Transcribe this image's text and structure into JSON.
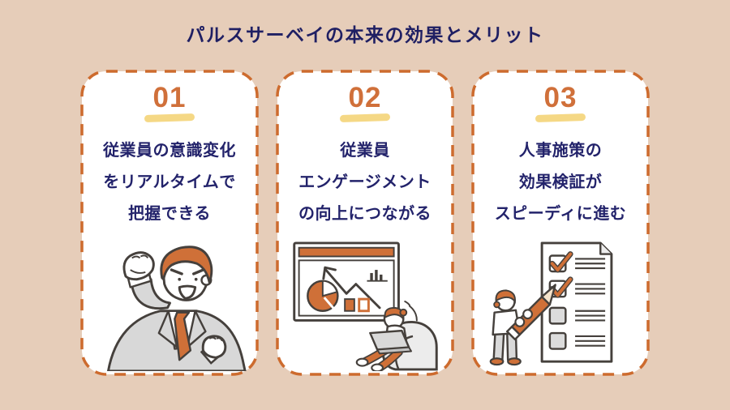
{
  "page": {
    "title": "パルスサーベイの本来の効果とメリット"
  },
  "cards": [
    {
      "number": "01",
      "lines": [
        "従業員の意識変化",
        "をリアルタイムで",
        "把握できる"
      ],
      "illustration": "businessman-fist-pump"
    },
    {
      "number": "02",
      "lines": [
        "従業員",
        "エンゲージメント",
        "の向上につながる"
      ],
      "illustration": "person-with-chart-presentation"
    },
    {
      "number": "03",
      "lines": [
        "人事施策の",
        "効果検証が",
        "スピーディに進む"
      ],
      "illustration": "person-checking-checklist"
    }
  ],
  "colors": {
    "background": "#e6cdb9",
    "card_background": "#ffffff",
    "dashed_border": "#cd6b2e",
    "number_orange": "#d0703a",
    "number_underline_yellow": "#f4d478",
    "text_navy": "#23236b",
    "illustration_orange": "#cf7038",
    "illustration_outline": "#45403c",
    "illustration_gray": "#d9d9d9"
  }
}
